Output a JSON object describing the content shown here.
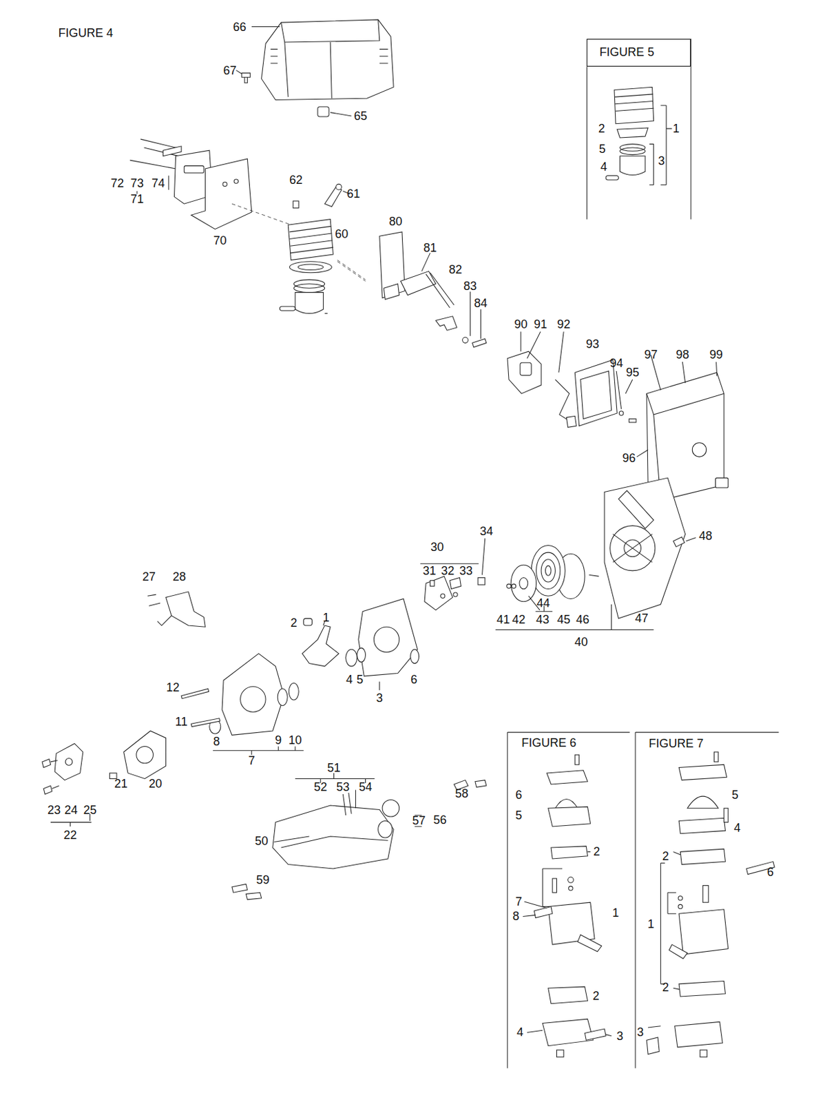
{
  "diagram": {
    "nodes": [
      {
        "text": [
          "FIGURE 5"
        ]
      }
    ],
    "labels": [
      "FIGURE 4",
      "66",
      "67",
      "65",
      "62",
      "61",
      "72",
      "73",
      "74",
      "71",
      "70",
      "60",
      "80",
      "81",
      "82",
      "83",
      "84",
      "90",
      "91",
      "92",
      "93",
      "94",
      "95",
      "97",
      "98",
      "99",
      "96",
      "48",
      "30",
      "34",
      "31",
      "32",
      "33",
      "44",
      "41",
      "42",
      "43",
      "45",
      "46",
      "47",
      "40",
      "27",
      "28",
      "2",
      "1",
      "4",
      "5",
      "3",
      "6",
      "12",
      "11",
      "8",
      "9",
      "10",
      "7",
      "21",
      "20",
      "23",
      "24",
      "25",
      "22",
      "51",
      "52",
      "53",
      "54",
      "50",
      "58",
      "57",
      "56",
      "59",
      "2",
      "1",
      "5",
      "4",
      "3",
      "FIGURE 6",
      "6",
      "5",
      "2",
      "7",
      "1",
      "8",
      "2",
      "4",
      "3",
      "FIGURE 7",
      "5",
      "4",
      "2",
      "6",
      "1",
      "2",
      "3"
    ]
  }
}
